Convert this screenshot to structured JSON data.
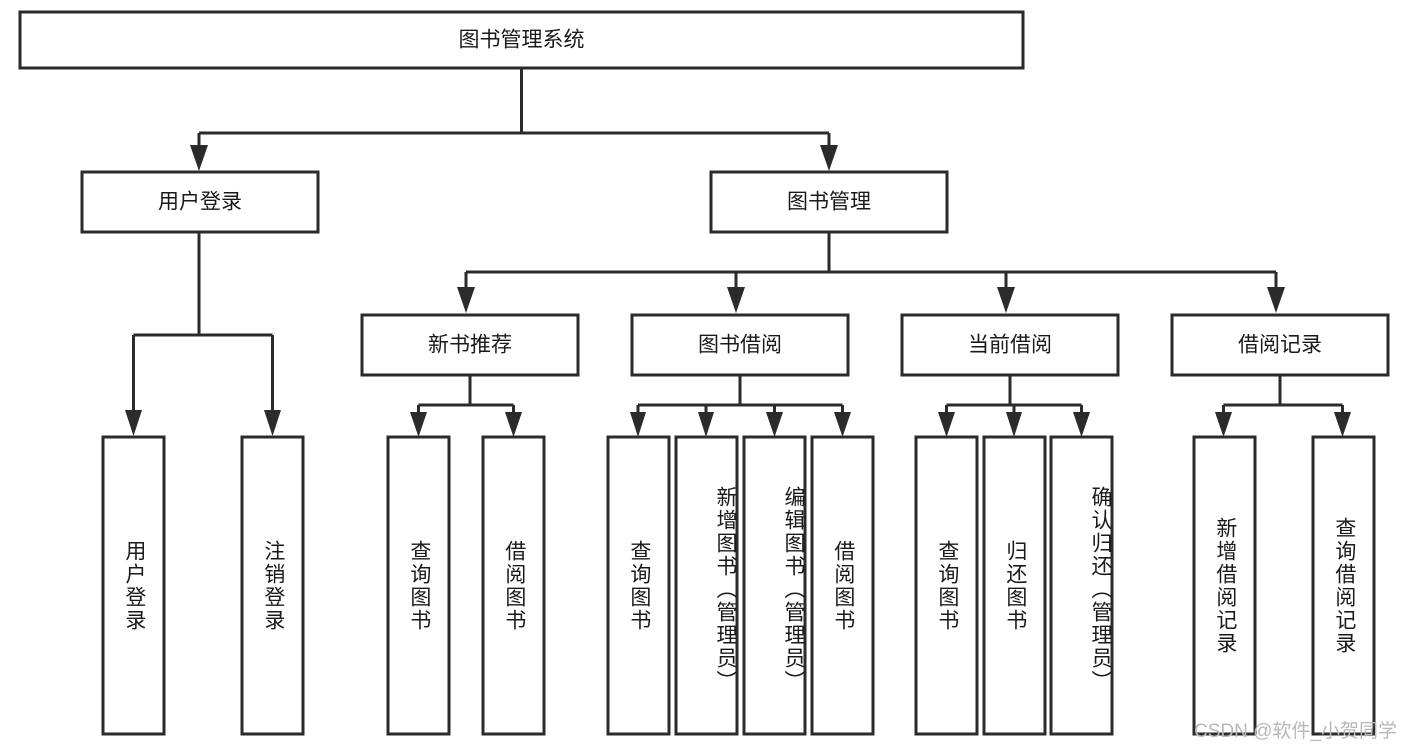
{
  "diagram": {
    "type": "tree-hierarchy",
    "title": "图书管理系统",
    "background_color": "#ffffff",
    "box_stroke_color": "#2b2b2b",
    "box_fill_color": "#ffffff",
    "text_color": "#1a1a1a",
    "root": {
      "label": "图书管理系统",
      "level": 0
    },
    "level1": [
      {
        "label": "用户登录"
      },
      {
        "label": "图书管理"
      }
    ],
    "level2": [
      {
        "label": "新书推荐",
        "parent": "图书管理"
      },
      {
        "label": "图书借阅",
        "parent": "图书管理"
      },
      {
        "label": "当前借阅",
        "parent": "图书管理"
      },
      {
        "label": "借阅记录",
        "parent": "图书管理"
      }
    ],
    "leaves": {
      "user_login": [
        {
          "label": "用户登录"
        },
        {
          "label": "注销登录"
        }
      ],
      "new_book_recommend": [
        {
          "label": "查询图书"
        },
        {
          "label": "借阅图书"
        }
      ],
      "book_borrow": [
        {
          "label": "查询图书"
        },
        {
          "label": "新增图书（管理员）"
        },
        {
          "label": "编辑图书（管理员）"
        },
        {
          "label": "借阅图书"
        }
      ],
      "current_borrow": [
        {
          "label": "查询图书"
        },
        {
          "label": "归还图书"
        },
        {
          "label": "确认归还（管理员）"
        }
      ],
      "borrow_record": [
        {
          "label": "新增借阅记录"
        },
        {
          "label": "查询借阅记录"
        }
      ]
    }
  },
  "watermark": {
    "text": "CSDN @软件_小贺同学",
    "color": "#b8b8b8"
  }
}
